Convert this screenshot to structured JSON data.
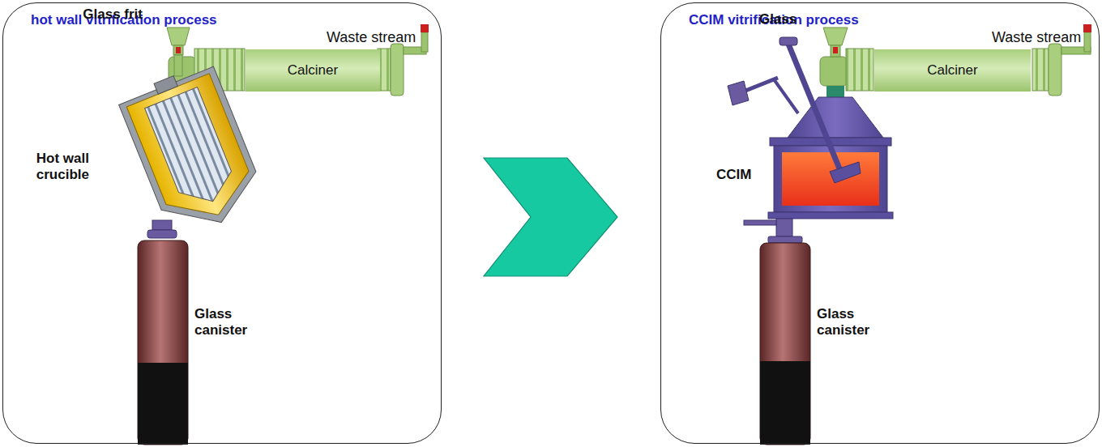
{
  "diagram": {
    "nodes": [
      {
        "text": [
          "hot wall vitrification process"
        ]
      },
      {
        "text": [
          "Calciner"
        ],
        "in": 0
      },
      {
        "text": [
          "CCIM vitrification process"
        ]
      },
      {
        "text": [
          "Calciner"
        ],
        "in": 2
      }
    ],
    "edges": [
      {
        "from": 0,
        "to": 2,
        "arrow": "to"
      }
    ],
    "labels": [
      "Glass frit",
      "Waste stream",
      "Hot wall crucible",
      "Glass canister",
      "Glass",
      "Waste stream",
      "CCIM",
      "Glass canister"
    ]
  }
}
